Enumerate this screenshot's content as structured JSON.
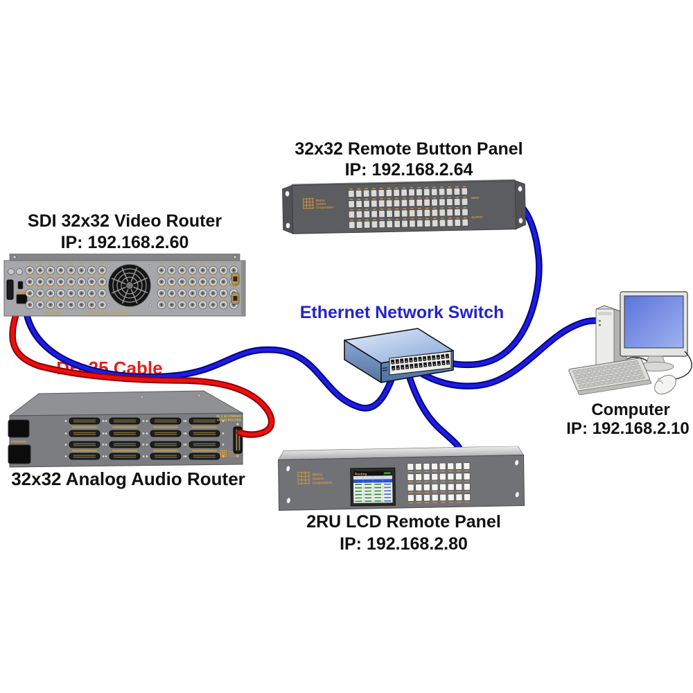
{
  "labels": {
    "button_panel_title": "32x32 Remote Button Panel",
    "button_panel_ip": "IP: 192.168.2.64",
    "video_router_title": "SDI 32x32 Video Router",
    "video_router_ip": "IP: 192.168.2.60",
    "ethernet_switch": "Ethernet Network Switch",
    "db25_cable": "DB-25 Cable",
    "audio_router_title": "32x32 Analog Audio Router",
    "lcd_panel_title": "2RU LCD Remote Panel",
    "lcd_panel_ip": "IP: 192.168.2.80",
    "computer_title": "Computer",
    "computer_ip": "IP: 192.168.2.10"
  },
  "devices": {
    "button_panel": {
      "input_label": "INPUT",
      "output_label": "OUTPUT",
      "brand": [
        "Matrix",
        "Switch",
        "Corporation"
      ],
      "button_rows": 4,
      "button_cols": 16
    },
    "video_router": {
      "bnc_rows": 4,
      "bnc_cols": 8,
      "bnc_groups": 2
    },
    "ethernet_switch": {
      "port_rows": 2,
      "port_cols": 13
    },
    "audio_router": {
      "corner_text_line1": "32 X 32 STEREO",
      "corner_text_line2": "AUDIO ROUTER",
      "db25_rows": 4,
      "db25_cols": 4
    },
    "lcd_panel": {
      "screen_title": "Routing",
      "button_rows": 4,
      "button_cols": 8
    },
    "computer": {
      "keyboard_rows": 4,
      "keyboard_cols": 13
    }
  },
  "colors": {
    "cable_blue": "#1d1de0",
    "cable_blue_dark": "#000085",
    "cable_red": "#ea1010",
    "cable_red_dark": "#8f0000",
    "label_blue": "#2323cc",
    "label_red": "#e31e1e",
    "label_black": "#111111",
    "accent_orange": "#d89a3c",
    "gold": "#c9a23f",
    "panel_gray": "#5c5d60",
    "router_gray": "#a6a7aa",
    "audio_gray": "#7c7d80",
    "lcd_gray": "#717275"
  }
}
